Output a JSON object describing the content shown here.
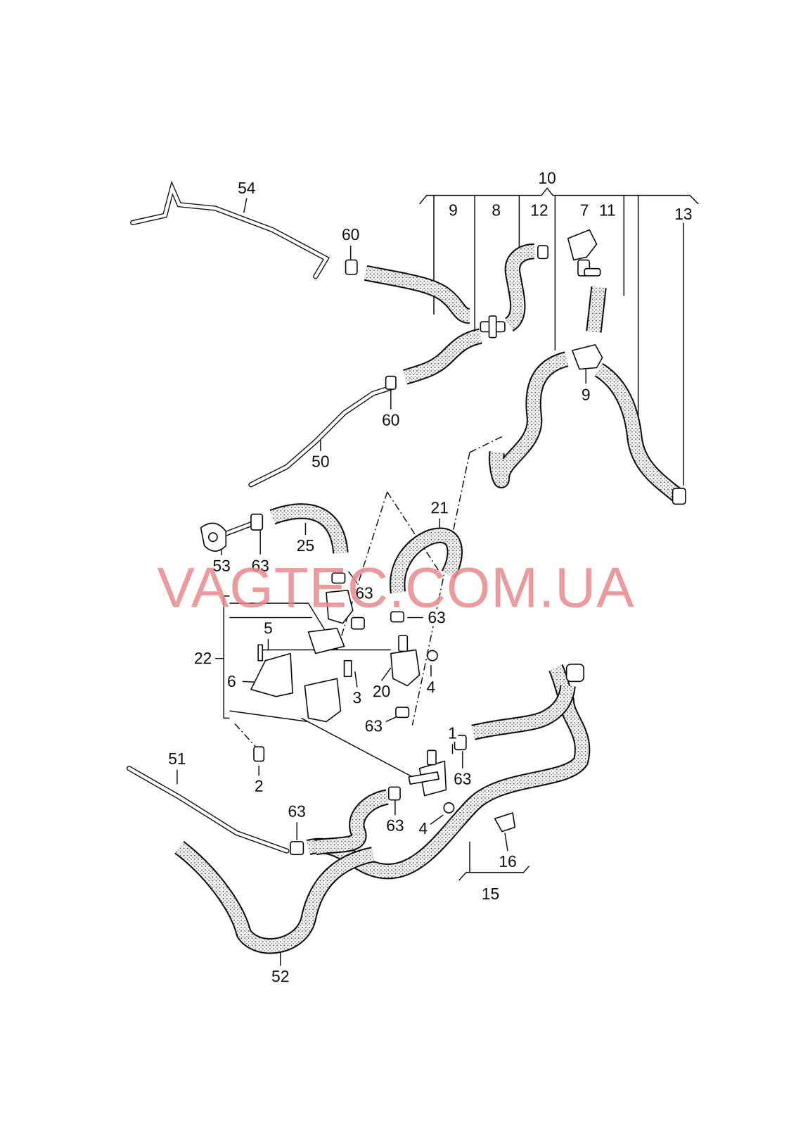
{
  "diagram": {
    "labels": [
      "10",
      "54",
      "9",
      "8",
      "12",
      "7",
      "11",
      "13",
      "60",
      "9",
      "60",
      "50",
      "21",
      "25",
      "53",
      "63",
      "63",
      "63",
      "5",
      "22",
      "6",
      "3",
      "20",
      "4",
      "63",
      "1",
      "2",
      "51",
      "63",
      "63",
      "63",
      "4",
      "16",
      "15",
      "52",
      "VAGTEC.COM.UA"
    ]
  }
}
